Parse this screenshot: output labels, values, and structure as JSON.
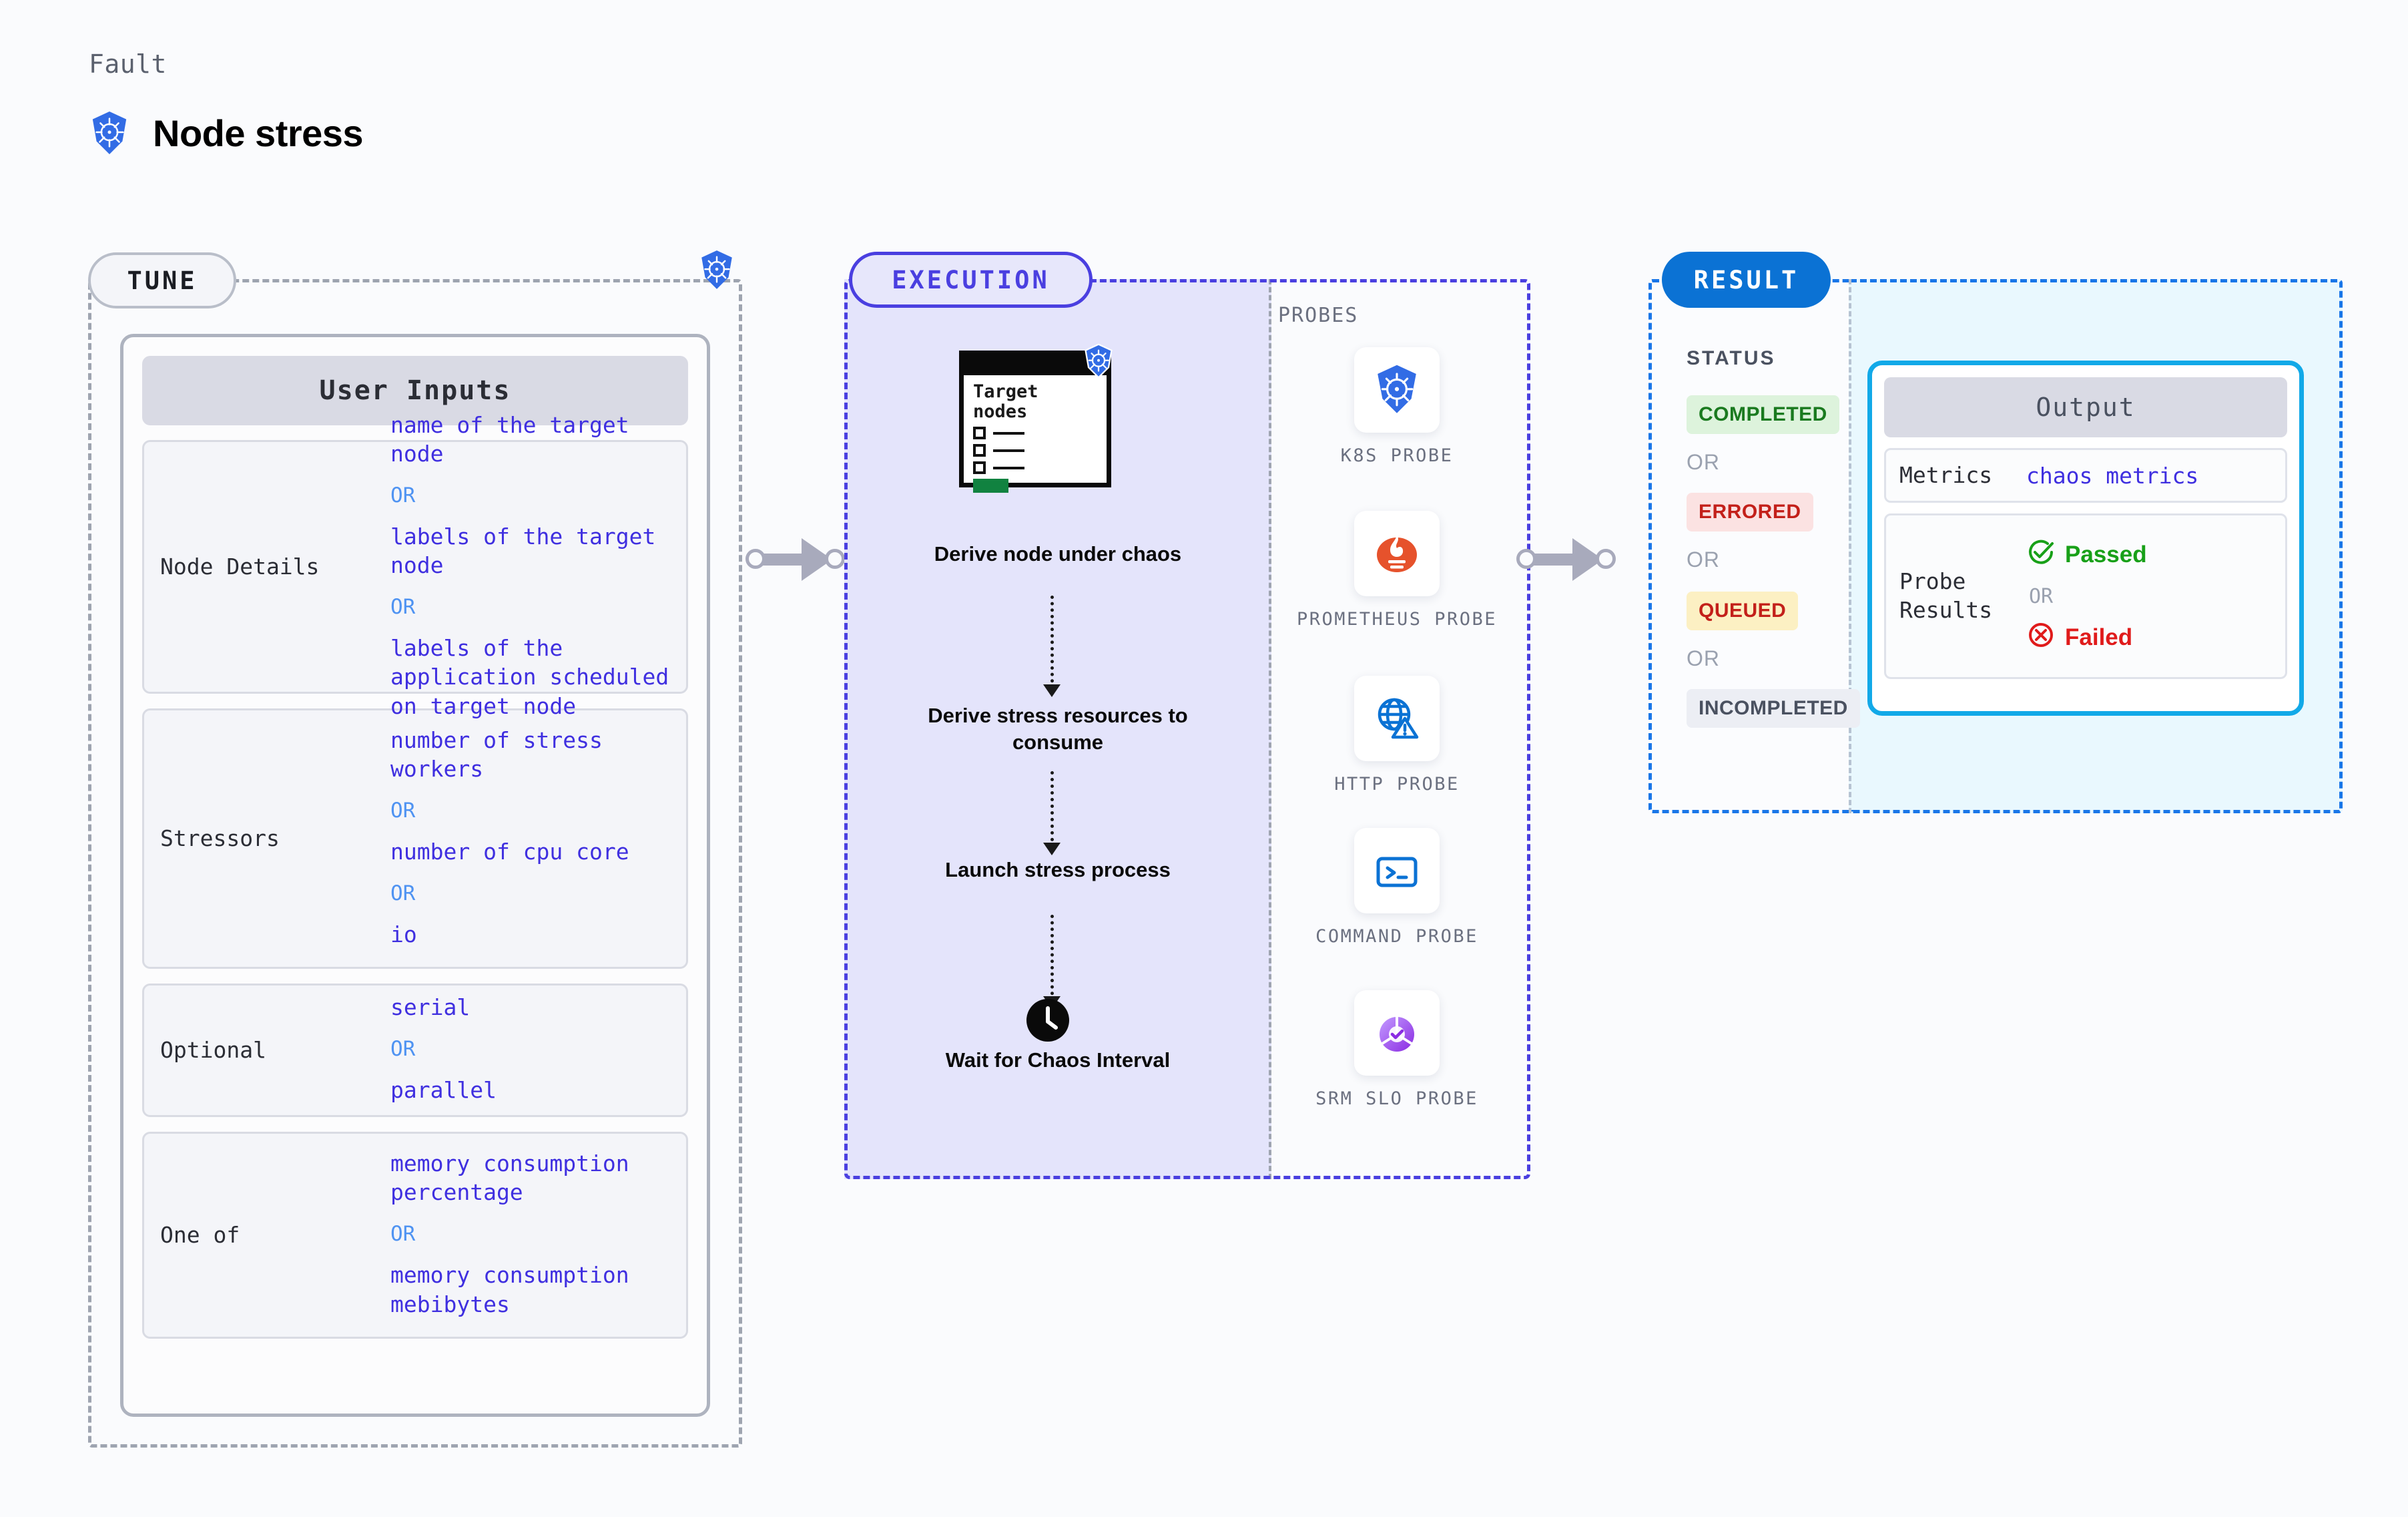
{
  "header": {
    "fault_label": "Fault",
    "title": "Node stress",
    "icon": "kubernetes-icon"
  },
  "tune": {
    "badge": "TUNE",
    "corner_icon": "kubernetes-icon",
    "card_title": "User Inputs",
    "groups": [
      {
        "label": "Node Details",
        "values": [
          "name of the target node",
          "labels of the target node",
          "labels of the application scheduled on target node"
        ],
        "separator": "OR"
      },
      {
        "label": "Stressors",
        "values": [
          "number of stress workers",
          "number of cpu core",
          "io"
        ],
        "separator": "OR"
      },
      {
        "label": "Optional",
        "values": [
          "serial",
          "parallel"
        ],
        "separator": "OR"
      },
      {
        "label": "One of",
        "values": [
          "memory consumption percentage",
          "memory consumption mebibytes"
        ],
        "separator": "OR"
      }
    ]
  },
  "execution": {
    "badge": "EXECUTION",
    "card": {
      "title_line_1": "Target",
      "title_line_2": "nodes",
      "icon": "kubernetes-icon",
      "checkbox_rows": 3,
      "progress_color": "#118240"
    },
    "steps": [
      "Derive node under chaos",
      "Derive stress resources to consume",
      "Launch stress process",
      "Wait for Chaos Interval"
    ],
    "wait_icon": "clock-icon"
  },
  "probes": {
    "label": "PROBES",
    "items": [
      {
        "caption": "K8S PROBE",
        "icon": "kubernetes-icon"
      },
      {
        "caption": "PROMETHEUS PROBE",
        "icon": "prometheus-icon"
      },
      {
        "caption": "HTTP PROBE",
        "icon": "globe-warning-icon"
      },
      {
        "caption": "COMMAND PROBE",
        "icon": "terminal-icon"
      },
      {
        "caption": "SRM SLO PROBE",
        "icon": "srm-slo-icon"
      }
    ]
  },
  "result": {
    "badge": "RESULT",
    "status_label": "STATUS",
    "separator": "OR",
    "statuses": [
      {
        "text": "COMPLETED",
        "bg": "#ddf3dc",
        "color": "#1a7a1f"
      },
      {
        "text": "ERRORED",
        "bg": "#fbe2e2",
        "color": "#c3201a"
      },
      {
        "text": "QUEUED",
        "bg": "#fcf0c3",
        "color": "#c3201a"
      },
      {
        "text": "INCOMPLETED",
        "bg": "#eceef4",
        "color": "#4a5160"
      }
    ],
    "output": {
      "title": "Output",
      "metrics_label": "Metrics",
      "metrics_value": "chaos metrics",
      "probe_label_line_1": "Probe",
      "probe_label_line_2": "Results",
      "passed": "Passed",
      "failed": "Failed",
      "separator": "OR",
      "passed_icon": "check-circle-icon",
      "failed_icon": "x-circle-icon"
    }
  },
  "colors": {
    "tune_border": "#9ea4b0",
    "execution_accent": "#4a3fe0",
    "result_accent": "#1976e8",
    "output_accent": "#12a9e8",
    "value_text": "#3f2fe0",
    "or_text": "#4f93f2"
  }
}
